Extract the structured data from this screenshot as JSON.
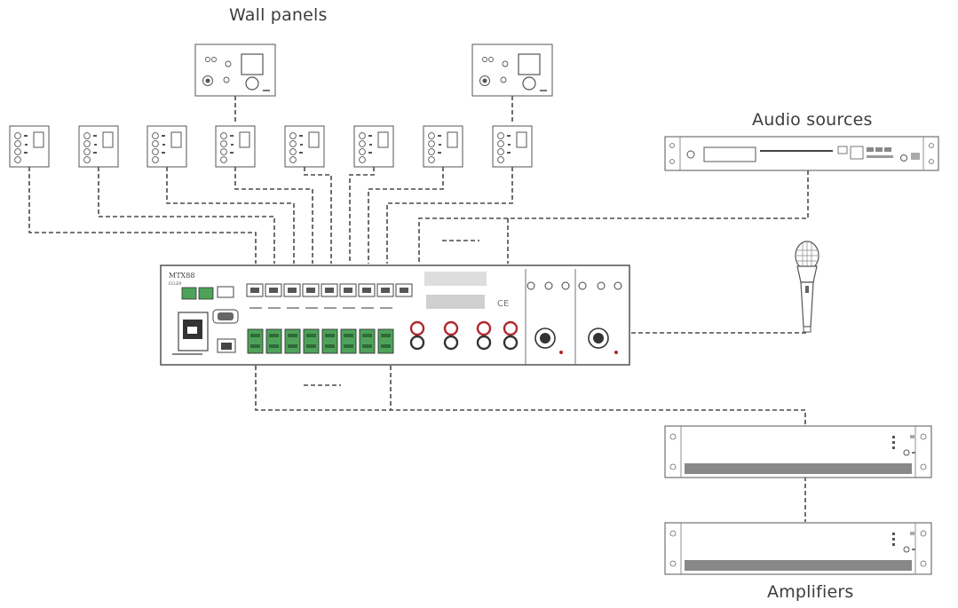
{
  "labels": {
    "wall_panels": "Wall panels",
    "audio_sources": "Audio sources",
    "amplifiers": "Amplifiers"
  },
  "matrix": {
    "brand": "MTX88",
    "brand_sub": "ECLER"
  },
  "colors": {
    "line": "#4a4a4a",
    "device_fill": "#ffffff",
    "device_stroke": "#555555",
    "terminal_green": "#4ea25a",
    "rca_red": "#b1262b"
  },
  "icons": {
    "wall_panel_large": "wall-panel-with-display",
    "wall_panel_small": "wall-panel-compact",
    "audio_source": "rack-cd-player",
    "microphone": "handheld-microphone",
    "amplifier": "rack-amplifier",
    "matrix": "audio-matrix-rear-panel"
  }
}
